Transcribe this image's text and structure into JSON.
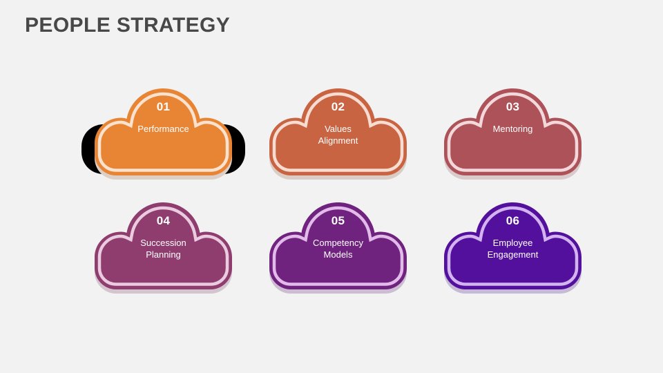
{
  "slide": {
    "title": "PEOPLE STRATEGY",
    "title_color": "#484848",
    "background_color": "#F2F2F2"
  },
  "clouds": [
    {
      "number": "01",
      "label": "Performance",
      "fill": "#E88535",
      "ring": "#FBE2CE",
      "shadow": "#DDCFC6"
    },
    {
      "number": "02",
      "label": "Values\nAlignment",
      "fill": "#C96442",
      "ring": "#F7DCD2",
      "shadow": "#DCCCC6"
    },
    {
      "number": "03",
      "label": "Mentoring",
      "fill": "#AD5259",
      "ring": "#F2D8DB",
      "shadow": "#D9CBCC"
    },
    {
      "number": "04",
      "label": "Succession\nPlanning",
      "fill": "#8E3D6E",
      "ring": "#EBCBE0",
      "shadow": "#D4C4CE"
    },
    {
      "number": "05",
      "label": "Competency\nModels",
      "fill": "#70237E",
      "ring": "#E2BBEA",
      "shadow": "#CDBDD2"
    },
    {
      "number": "06",
      "label": "Employee\nEngagement",
      "fill": "#52109C",
      "ring": "#D4B4F0",
      "shadow": "#C6BAD6"
    }
  ]
}
